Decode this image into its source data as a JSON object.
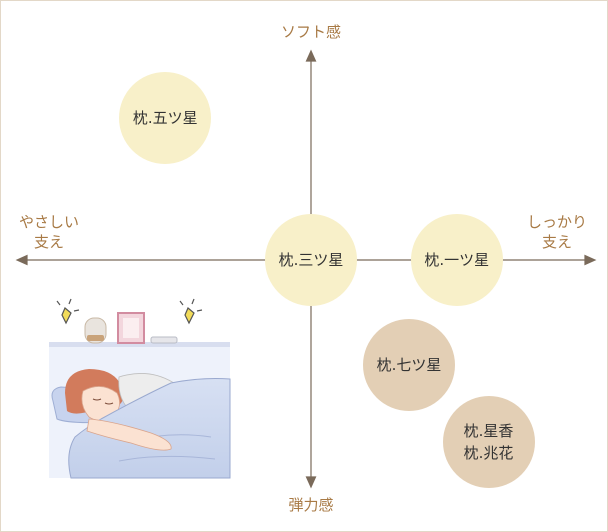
{
  "axes": {
    "top": "ソフト感",
    "bottom": "弾力感",
    "left": [
      "やさしい",
      "支え"
    ],
    "right": [
      "しっかり",
      "支え"
    ]
  },
  "products": [
    {
      "id": "five-star",
      "lines": [
        "枕.五ツ星"
      ],
      "tone": "soft",
      "x": -0.55,
      "y": 0.75
    },
    {
      "id": "three-star",
      "lines": [
        "枕.三ツ星"
      ],
      "tone": "soft",
      "x": 0.0,
      "y": 0.0
    },
    {
      "id": "one-star",
      "lines": [
        "枕.一ツ星"
      ],
      "tone": "soft",
      "x": 0.55,
      "y": 0.0
    },
    {
      "id": "seven-star",
      "lines": [
        "枕.七ツ星"
      ],
      "tone": "firm",
      "x": 0.37,
      "y": -0.55
    },
    {
      "id": "star-fragrance",
      "lines": [
        "枕.星香",
        "枕.兆花"
      ],
      "tone": "firm",
      "x": 0.67,
      "y": -0.96
    }
  ],
  "colors": {
    "axis": "#7a6a5a",
    "label": "#a87a45",
    "soft_bubble": "#f8f0c9",
    "firm_bubble": "#e3cfb5"
  },
  "illustration": "sleeping-woman-in-bed"
}
